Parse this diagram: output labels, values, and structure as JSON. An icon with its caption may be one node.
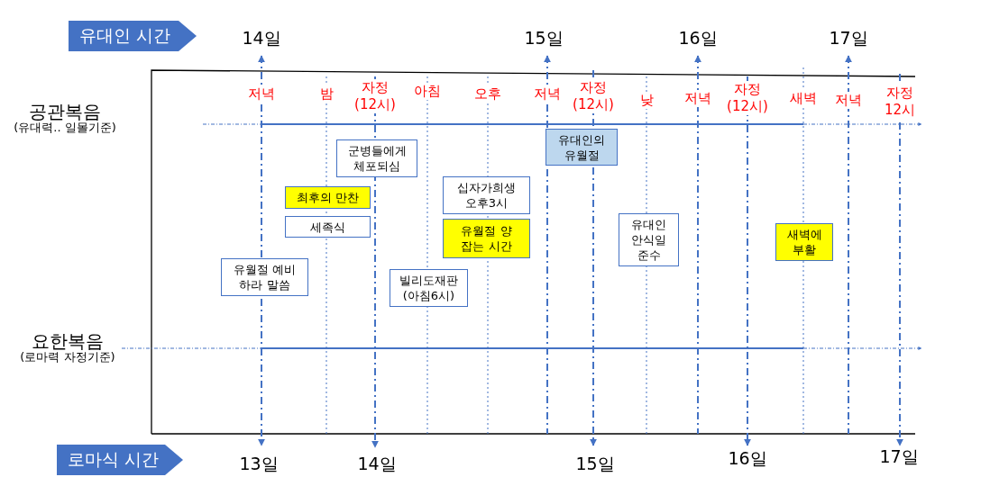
{
  "diagram": {
    "nodes": [
      {
        "text": [
          "유대인 시간"
        ]
      },
      {
        "text": [
          "로마식 시간"
        ]
      },
      {
        "text": [
          "군병들에게 체포되심"
        ]
      },
      {
        "text": [
          "최후의 만찬"
        ]
      },
      {
        "text": [
          "세족식"
        ]
      },
      {
        "text": [
          "유월절 예비 하라 말씀"
        ]
      },
      {
        "text": [
          "빌리도재판 (아침6시)"
        ]
      },
      {
        "text": [
          "십자가희생 오후3시"
        ]
      },
      {
        "text": [
          "유월절 양 잡는 시간"
        ]
      },
      {
        "text": [
          "유대인의 유월절"
        ]
      },
      {
        "text": [
          "유대인 안식일 준수"
        ]
      },
      {
        "text": [
          "새벽에 부활"
        ]
      }
    ],
    "labels": [
      "14일",
      "15일",
      "16일",
      "17일",
      "공관복음",
      "(유대력.. 일몰기준)",
      "저녁",
      "밤",
      "자정 (12시)",
      "아침",
      "오후",
      "저녁",
      "자정 (12시)",
      "낮",
      "저녁",
      "자정 (12시)",
      "새벽",
      "저녁",
      "자정 12시",
      "요한복음",
      "(로마력 자정기준)",
      "13일",
      "14일",
      "15일",
      "16일",
      "17일"
    ]
  }
}
